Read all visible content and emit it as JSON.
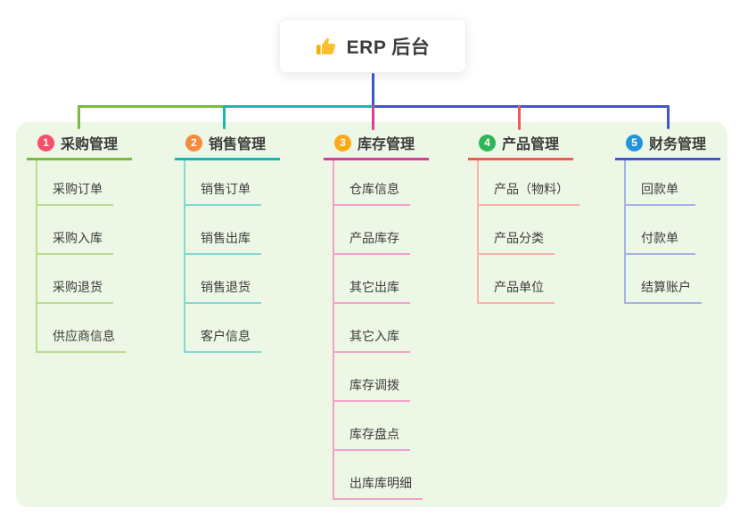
{
  "root": {
    "icon": "thumbs-up",
    "label": "ERP 后台"
  },
  "colors": {
    "background": "#ffffff",
    "panel": "#edf7e6",
    "text": "#3c3c3c",
    "root_line": "#4356c7"
  },
  "branches": [
    {
      "num": "1",
      "title": "采购管理",
      "colors": {
        "main": "#7cba3f",
        "light": "#b9dc92",
        "badge": "#f4506c"
      },
      "items": [
        "采购订单",
        "采购入库",
        "采购退货",
        "供应商信息"
      ]
    },
    {
      "num": "2",
      "title": "销售管理",
      "colors": {
        "main": "#17b8af",
        "light": "#82d8d2",
        "badge": "#f78b3d"
      },
      "items": [
        "销售订单",
        "销售出库",
        "销售退货",
        "客户信息"
      ]
    },
    {
      "num": "3",
      "title": "库存管理",
      "colors": {
        "main": "#d63f92",
        "light": "#f3a0cb",
        "badge": "#fbab19"
      },
      "items": [
        "仓库信息",
        "产品库存",
        "其它出库",
        "其它入库",
        "库存调拨",
        "库存盘点",
        "出库库明细"
      ]
    },
    {
      "num": "4",
      "title": "产品管理",
      "colors": {
        "main": "#f15b55",
        "light": "#f8b3aa",
        "badge": "#2fb558"
      },
      "items": [
        "产品（物料）",
        "产品分类",
        "产品单位"
      ]
    },
    {
      "num": "5",
      "title": "财务管理",
      "colors": {
        "main": "#4356c7",
        "light": "#a3b2e6",
        "badge": "#2095dc"
      },
      "items": [
        "回款单",
        "付款单",
        "结算账户"
      ]
    }
  ]
}
